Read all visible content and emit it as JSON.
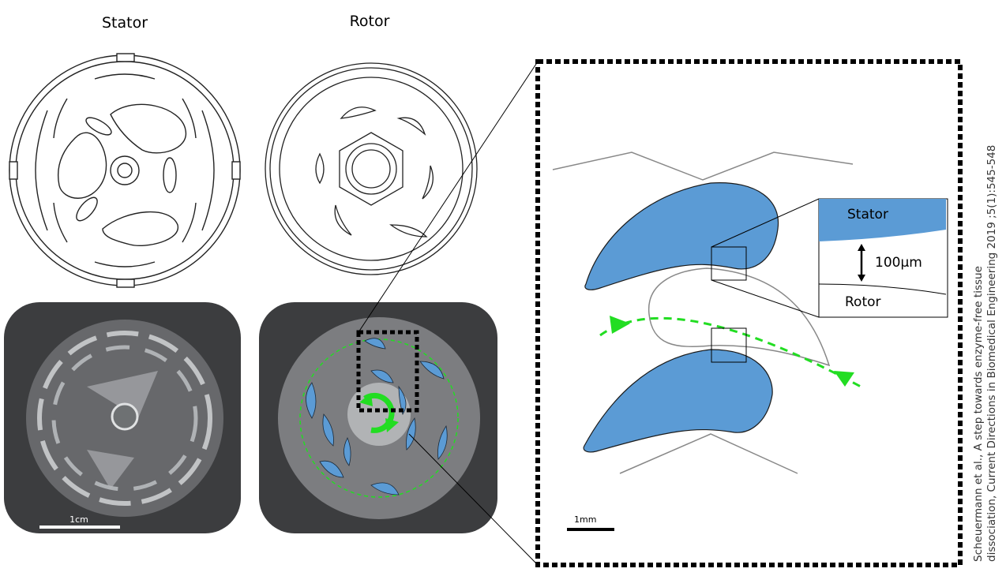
{
  "titles": {
    "stator": "Stator",
    "rotor": "Rotor"
  },
  "photo_scale": "1cm",
  "detail_scale": "1mm",
  "inset": {
    "stator": "Stator",
    "gap": "100µm",
    "rotor": "Rotor"
  },
  "citation": {
    "line1": "Scheuermann et al., A step towards enzyme-free tissue",
    "line2": "dissociation, Current Directions in Biomedical Engineering 2019 ;5(1):545-548"
  },
  "colors": {
    "blade": "#5b9bd5",
    "flow": "#22dd22",
    "photo_bg": "#3c3d3f"
  }
}
